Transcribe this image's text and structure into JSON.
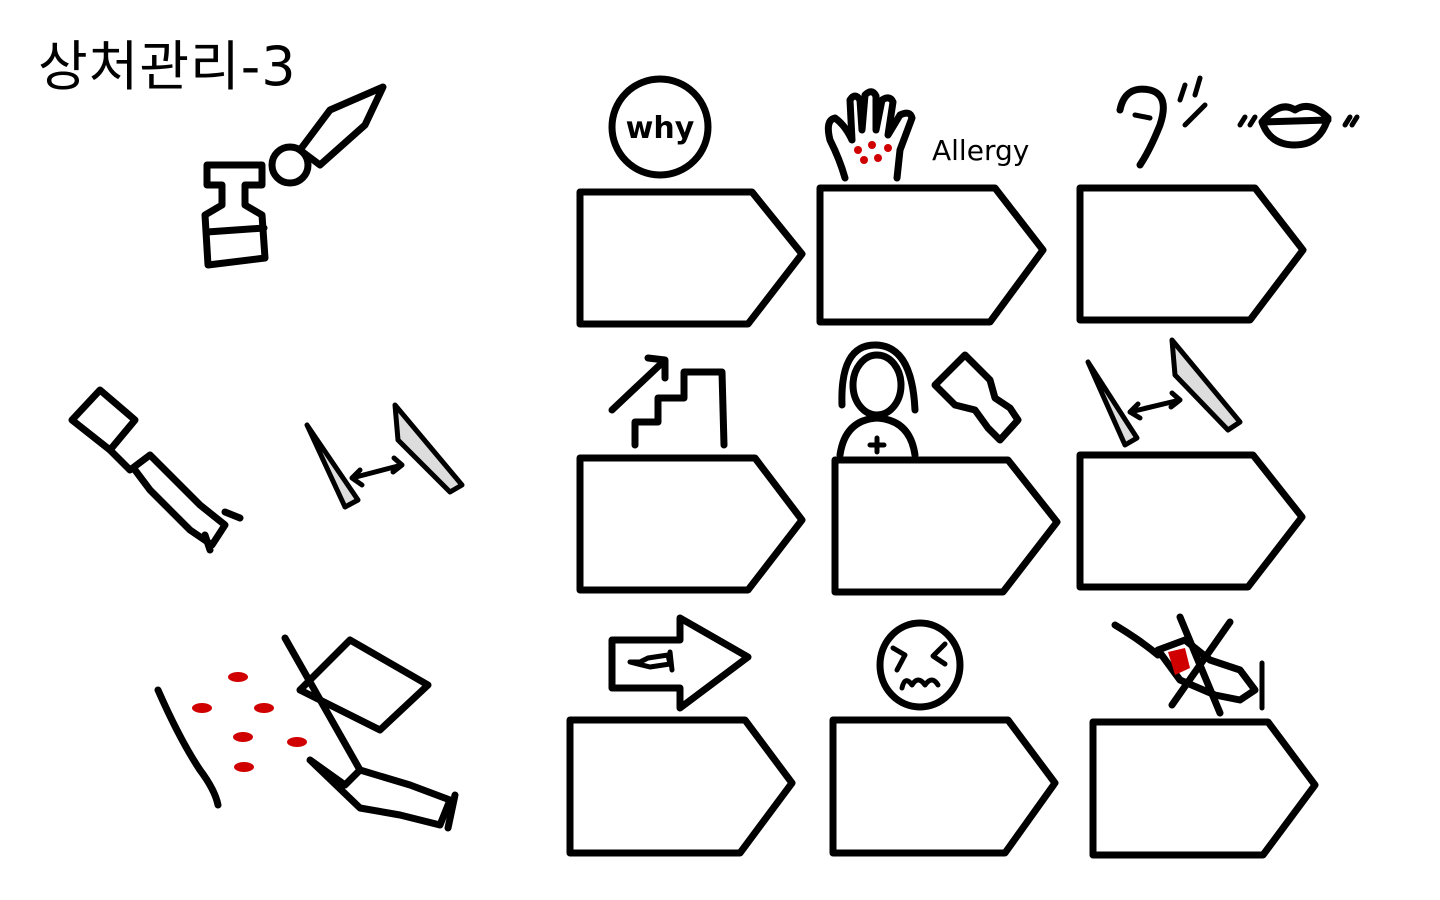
{
  "title": "상처관리-3",
  "labels": {
    "why": "why",
    "allergy": "Allergy"
  },
  "colors": {
    "ink": "#000000",
    "blood": "#d10000"
  },
  "cards": [
    {
      "row": 1,
      "col": 1,
      "icon": "why-circle-icon",
      "text": ""
    },
    {
      "row": 1,
      "col": 2,
      "icon": "allergy-hand-icon",
      "text": ""
    },
    {
      "row": 1,
      "col": 3,
      "icon": "ear-and-mouth-icon",
      "text": ""
    },
    {
      "row": 2,
      "col": 1,
      "icon": "stairs-up-icon",
      "text": ""
    },
    {
      "row": 2,
      "col": 2,
      "icon": "nurse-and-vial-icon",
      "text": ""
    },
    {
      "row": 2,
      "col": 3,
      "icon": "blade-distance-icon",
      "text": ""
    },
    {
      "row": 3,
      "col": 1,
      "icon": "syringe-arrow-icon",
      "text": ""
    },
    {
      "row": 3,
      "col": 2,
      "icon": "grimace-face-icon",
      "text": ""
    },
    {
      "row": 3,
      "col": 3,
      "icon": "no-bloody-syringe-icon",
      "text": ""
    }
  ]
}
